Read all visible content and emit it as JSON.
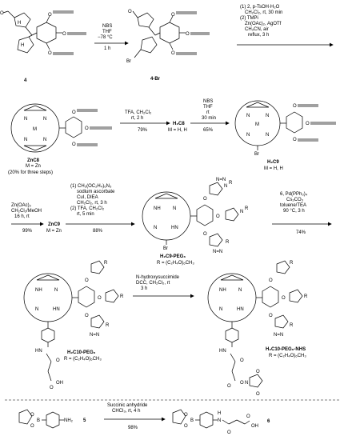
{
  "compounds": {
    "c4": "4",
    "c4br": "4-Br",
    "znc8": "ZnC8",
    "znc8_metal": "M = Zn",
    "znc8_yield": "(20% for three steps)",
    "h2c8": "H₂C8",
    "h2c8_metal": "M = H, H",
    "h2c9": "H₂C9",
    "h2c9_metal": "M = H, H",
    "znc9": "ZnC9",
    "znc9_metal": "M = Zn",
    "h2c9peg": "H₂C9-PEG₆",
    "h2c9peg_r": "R = (C₂H₄O)₆CH₃",
    "h2c10peg": "H₂C10-PEG₆",
    "h2c10peg_r": "R = (C₂H₄O)₆CH₃",
    "h2c10nhs": "H₂C10-PEG₆-NHS",
    "h2c10nhs_r": "R = (C₂H₄O)₆CH₃",
    "c5": "5",
    "c6": "6"
  },
  "conditions": {
    "r1": [
      "NBS",
      "THF",
      "−78 °C",
      "1 h"
    ],
    "r2": [
      "(1) 2, p-TsOH·H₂O",
      "CH₂Cl₂, rt, 30 min",
      "(2) TMPi",
      "Zn(OAc)₂, AgOTf",
      "CH₃CN, air",
      "reflux, 3 h"
    ],
    "r3": [
      "TFA, CH₂Cl₂",
      "rt, 2 h"
    ],
    "r3_yield": "79%",
    "r4": [
      "NBS",
      "THF",
      "rt",
      "30 min"
    ],
    "r4_yield": "65%",
    "r5": [
      "Zn(OAc)₂",
      "CH₂Cl₂/MeOH",
      "16 h, rt"
    ],
    "r5_yield": "99%",
    "r6": [
      "(1) CH₃(OC₂H₄)₆N₃",
      "sodium ascorbate",
      "CuI, DIEA",
      "CH₂Cl₂, rt, 3 h",
      "(2) TFA, CH₂Cl₂",
      "rt, 5 min"
    ],
    "r6_yield": "88%",
    "r7": [
      "6, Pd(PPh₃)₄",
      "Cs₂CO₃",
      "toluene/TEA",
      "90 °C, 3 h"
    ],
    "r7_yield": "74%",
    "r8": [
      "N-hydroxysuccimide",
      "DCC, CH₂Cl₂, rt",
      "3 h"
    ],
    "r9": [
      "Succinic anhydride",
      "CHCl₃, rt, 4 h"
    ],
    "r9_yield": "98%"
  },
  "atoms": {
    "nh": "NH",
    "n": "N",
    "hn": "HN",
    "m": "M",
    "br": "Br",
    "b": "B",
    "o": "O",
    "nh2": "NH₂",
    "h": "H",
    "r": "R",
    "oh": "OH",
    "n_eq_n": "N=N"
  }
}
